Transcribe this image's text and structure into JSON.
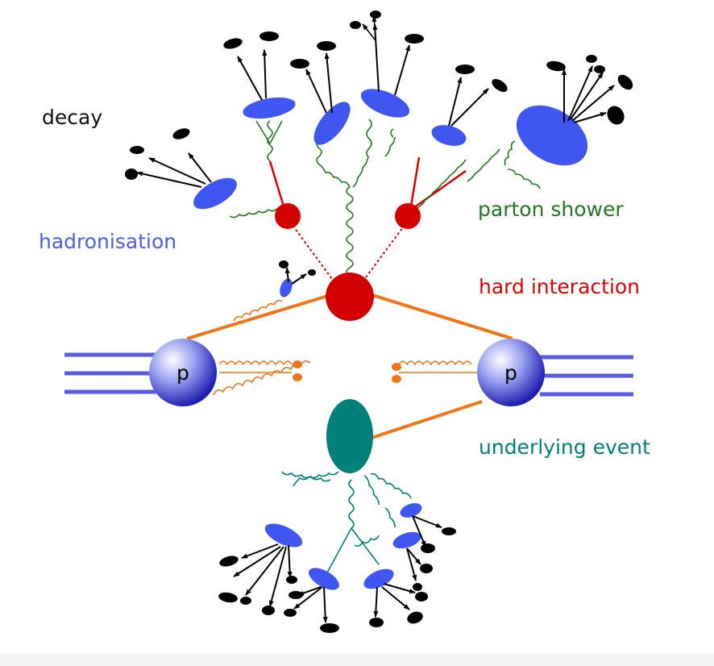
{
  "labels": {
    "decay": "decay",
    "hadronisation": "hadronisation",
    "parton_shower": "parton shower",
    "hard_interaction": "hard interaction",
    "underlying_event": "underlying event"
  },
  "proton_label": "p",
  "colors": {
    "decay": "#111111",
    "hadronisation": "#4a5ee8",
    "parton_shower": "#1f7a1f",
    "hard_interaction": "#e00000",
    "underlying_event": "#00807a",
    "beam": "#5a5ae0",
    "proton_lines": "#f07418",
    "hadron": "#3f57f0",
    "decay_product": "#000000"
  }
}
